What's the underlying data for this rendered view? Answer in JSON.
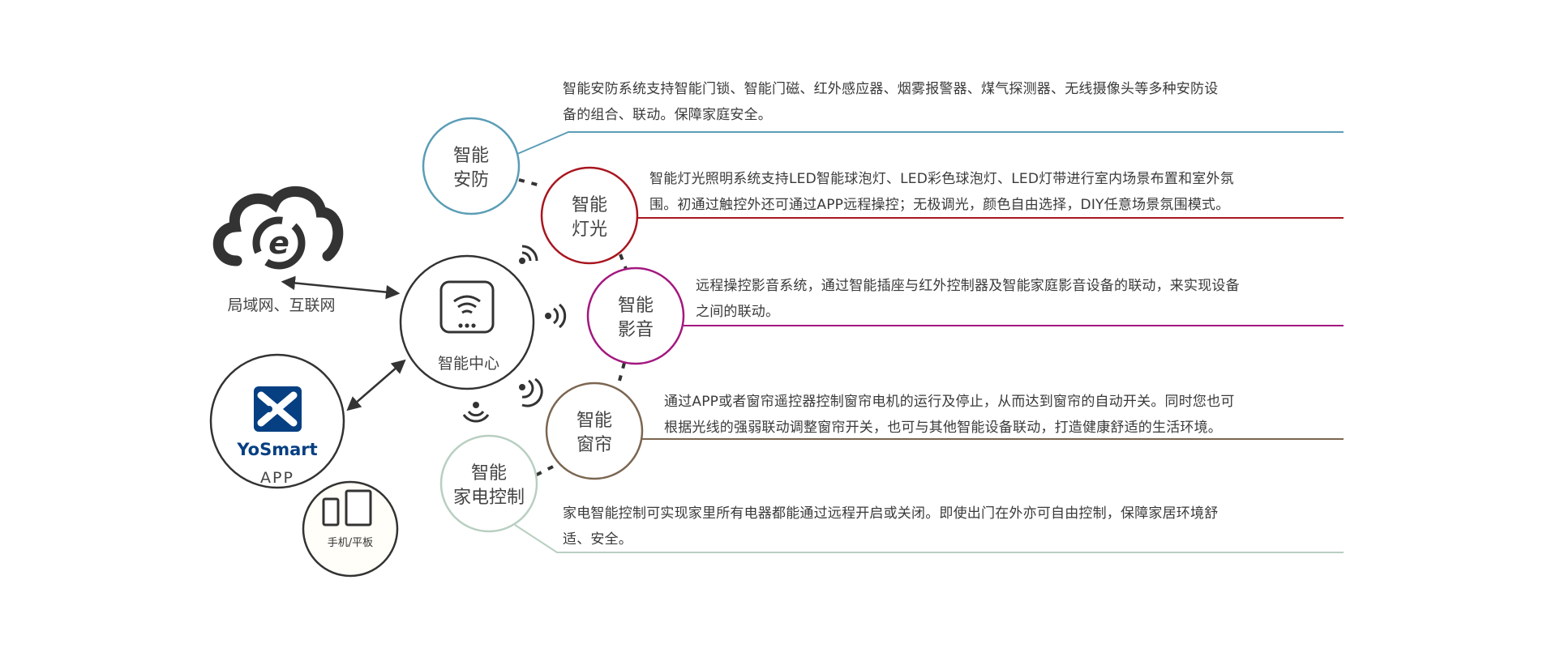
{
  "cloud": {
    "label": "局域网、互联网",
    "icon": "cloud-internet-icon"
  },
  "hub": {
    "label": "智能中心",
    "icon": "wifi-hub-icon"
  },
  "app": {
    "brand": "YoSmart",
    "label": "APP",
    "icon": "yosmart-logo"
  },
  "devices": {
    "label": "手机/平板",
    "icon": "phone-tablet-icon"
  },
  "modules": [
    {
      "line1": "智能",
      "line2": "安防",
      "color": "#5b9db6",
      "desc": [
        "智能安防系统支持智能门锁、智能门磁、红外感应器、烟雾报警器、煤气探测器、无线摄像头等多种安防设",
        "备的组合、联动。保障家庭安全。"
      ]
    },
    {
      "line1": "智能",
      "line2": "灯光",
      "color": "#a8161f",
      "desc": [
        "智能灯光照明系统支持LED智能球泡灯、LED彩色球泡灯、LED灯带进行室内场景布置和室外氛",
        "围。初通过触控外还可通过APP远程操控；无极调光，颜色自由选择，DIY任意场景氛围模式。"
      ]
    },
    {
      "line1": "智能",
      "line2": "影音",
      "color": "#a3187f",
      "desc": [
        "远程操控影音系统，通过智能插座与红外控制器及智能家庭影音设备的联动，来实现设备",
        "之间的联动。"
      ]
    },
    {
      "line1": "智能",
      "line2": "窗帘",
      "color": "#7b6651",
      "desc": [
        "通过APP或者窗帘遥控器控制窗帘电机的运行及停止，从而达到窗帘的自动开关。同时您也可",
        "根据光线的强弱联动调整窗帘开关，也可与其他智能设备联动，打造健康舒适的生活环境。"
      ]
    },
    {
      "line1": "智能",
      "line2": "家电控制",
      "color": "#b8cfc1",
      "desc": [
        "家电智能控制可实现家里所有电器都能通过远程开启或关闭。即使出门在外亦可自由控制，保障家居环境舒",
        "适、安全。"
      ]
    }
  ]
}
